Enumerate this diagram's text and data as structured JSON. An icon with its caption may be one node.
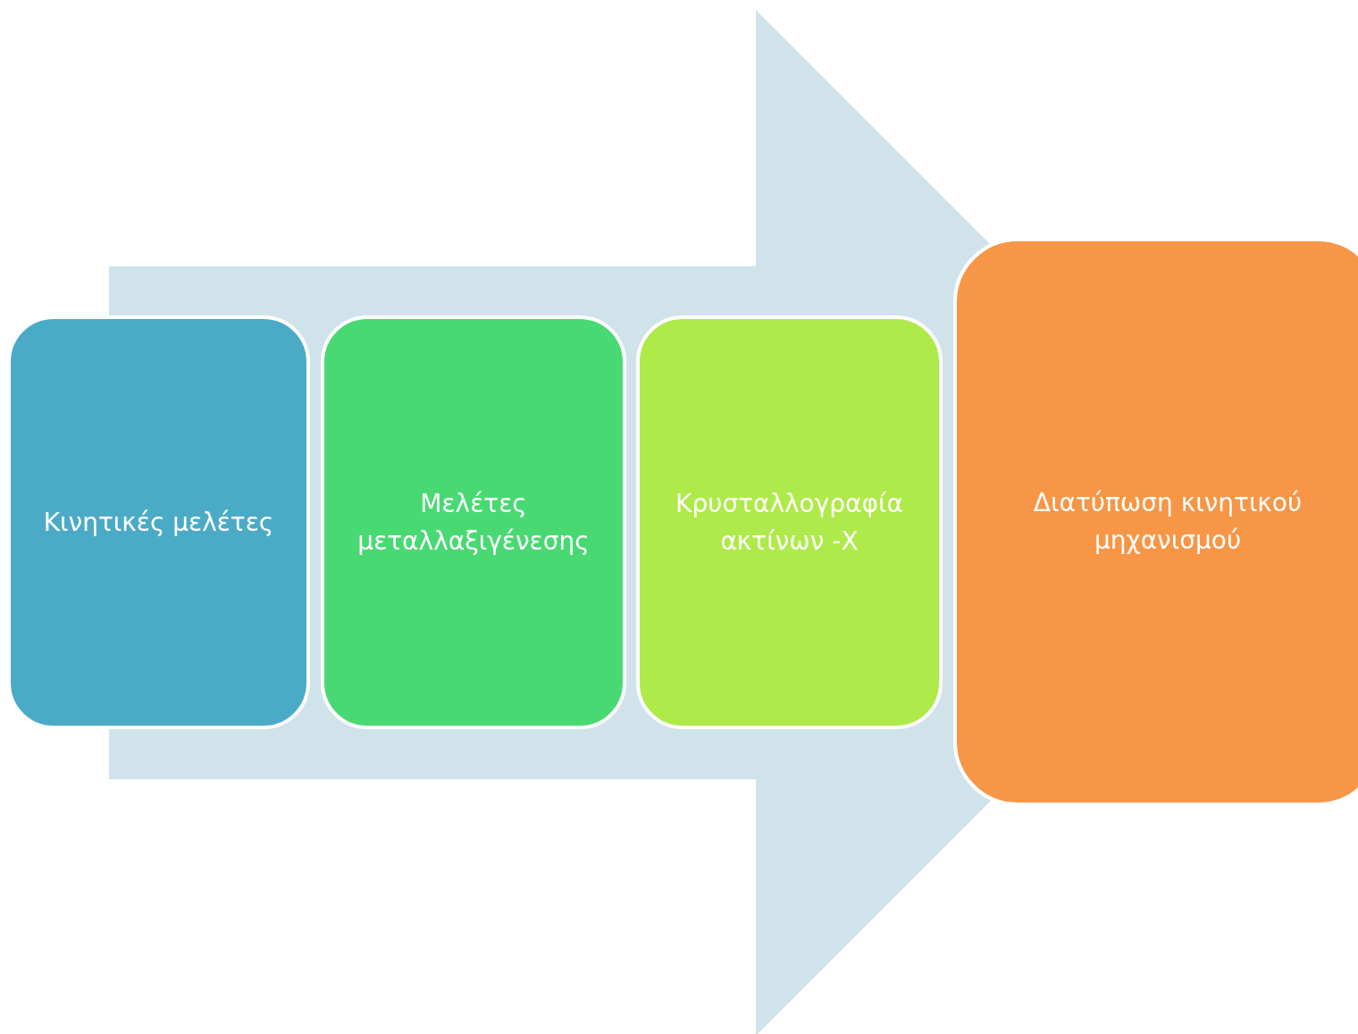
{
  "diagram": {
    "nodes": [
      {
        "text": [
          "Κινητικές μελέτες"
        ]
      },
      {
        "text": [
          "Μελέτες μεταλλαξιγένεσης"
        ]
      },
      {
        "text": [
          "Κρυσταλλογραφία ακτίνων -Χ"
        ]
      },
      {
        "text": [
          "Διατύπωση κινητικού μηχανισμού"
        ]
      }
    ],
    "edges": [
      {
        "from": 0,
        "to": 3,
        "arrow": "to"
      }
    ]
  }
}
